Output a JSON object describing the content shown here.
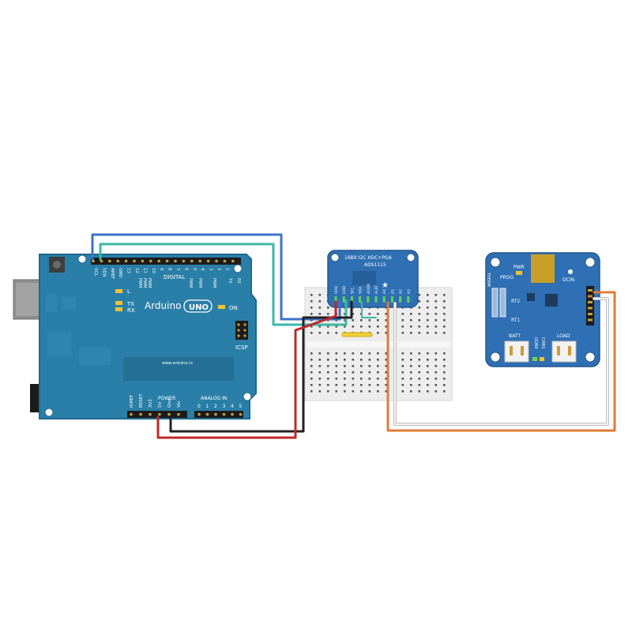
{
  "colors": {
    "board_blue": "#2a7fa8",
    "board_edge": "#1d6a90",
    "ads_blue": "#2f6fb3",
    "charger_blue": "#2f6fb3",
    "breadboard": "#ededed",
    "wire_blue": "#3c73c9",
    "wire_teal": "#3cb9a8",
    "wire_black": "#222222",
    "wire_red": "#c0282a",
    "wire_orange": "#e07b39",
    "wire_white": "#e9e9e9"
  },
  "arduino": {
    "brand": "Arduino",
    "model": "UNO",
    "website": "www.arduino.cc",
    "top_pin_labels": [
      "SCL",
      "SDA",
      "AREF",
      "GND",
      "13",
      "12",
      "11",
      "10",
      "9",
      "8",
      "7",
      "6",
      "5",
      "4",
      "3",
      "2",
      "1",
      "0"
    ],
    "digital_label": "DIGITAL",
    "pwm_label": "PWM",
    "tx_label": "TX",
    "rx_label": "RX",
    "led_l_label": "L",
    "on_label": "ON",
    "icsp_label": "ICSP",
    "power_label": "POWER",
    "analog_label": "ANALOG IN",
    "power_pins": [
      "IOREF",
      "RESET",
      "3V3",
      "5V",
      "Gnd",
      "Vin"
    ],
    "analog_pins": [
      "0",
      "1",
      "2",
      "3",
      "4",
      "5"
    ]
  },
  "ads1115": {
    "title_line1": "16Bit I2C ADC+PGA",
    "title_line2": "ADS1115",
    "pins": [
      "VDD",
      "GND",
      "SCL",
      "SDA",
      "ADDR",
      "ALRT",
      "A0",
      "A1",
      "A2",
      "A3"
    ]
  },
  "charger": {
    "labels": {
      "pwr": "PWR",
      "therm": "THERM",
      "prog": "PROG",
      "dcin": "DCIN",
      "rt2": "RT2",
      "rt1": "RT1",
      "batt": "BATT",
      "load": "LOAD",
      "done": "DONE",
      "chrg": "CHRG"
    }
  }
}
